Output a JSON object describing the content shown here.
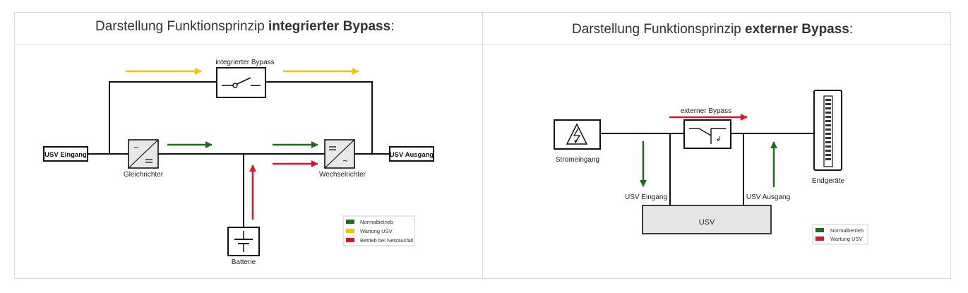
{
  "left": {
    "heading_prefix": "Darstellung Funktionsprinzip ",
    "heading_bold": "integrierter Bypass",
    "heading_suffix": ":",
    "labels": {
      "bypass": "integrierter Bypass",
      "input": "USV Eingang",
      "output": "USV Ausgang",
      "rectifier": "Gleichrichter",
      "inverter": "Wechselrichter",
      "battery": "Batterie"
    },
    "legend": [
      {
        "label": "Normalbetrieb",
        "color": "#1e6b1e"
      },
      {
        "label": "Wartung USV",
        "color": "#f5c400"
      },
      {
        "label": "Betrieb bei Netzausfall",
        "color": "#d8182a"
      }
    ]
  },
  "right": {
    "heading_prefix": "Darstellung Funktionsprinzip ",
    "heading_bold": "externer Bypass",
    "heading_suffix": ":",
    "labels": {
      "bypass": "externer Bypass",
      "source": "Stromeingang",
      "input": "USV Eingang",
      "output": "USV Ausgang",
      "ups": "USV",
      "loads": "Endgeräte"
    },
    "legend": [
      {
        "label": "Normalbetrieb",
        "color": "#1e6b1e"
      },
      {
        "label": "Wartung USV",
        "color": "#d8182a"
      }
    ]
  }
}
